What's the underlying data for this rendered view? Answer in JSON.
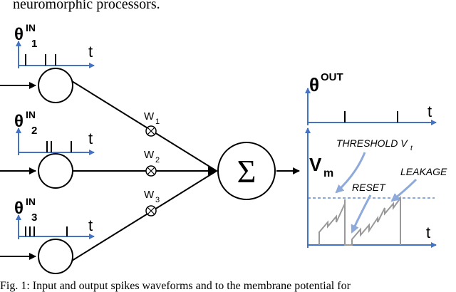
{
  "caption_top": "neuromorphic processors.",
  "caption_bottom": "Fig. 1: Input and output spikes waveforms and to the membrane potential for",
  "inputs": [
    {
      "theta": "θ",
      "sup": "IN",
      "sub": "1",
      "t": "t"
    },
    {
      "theta": "θ",
      "sup": "IN",
      "sub": "2",
      "t": "t"
    },
    {
      "theta": "θ",
      "sup": "IN",
      "sub": "3",
      "t": "t"
    }
  ],
  "weights": [
    {
      "w": "W",
      "sub": "1"
    },
    {
      "w": "W",
      "sub": "2"
    },
    {
      "w": "W",
      "sub": "3"
    }
  ],
  "sum_symbol": "Σ",
  "output": {
    "theta": "θ",
    "sup": "OUT",
    "t": "t"
  },
  "membrane": {
    "v": "V",
    "sub": "m",
    "t": "t"
  },
  "annotations": {
    "threshold": "THRESHOLD V",
    "threshold_sub": "t",
    "reset": "RESET",
    "leakage": "LEAKAGE"
  },
  "colors": {
    "axis": "#4472c4",
    "line": "#000000",
    "potential": "#999999",
    "arrow": "#8eaadb"
  }
}
